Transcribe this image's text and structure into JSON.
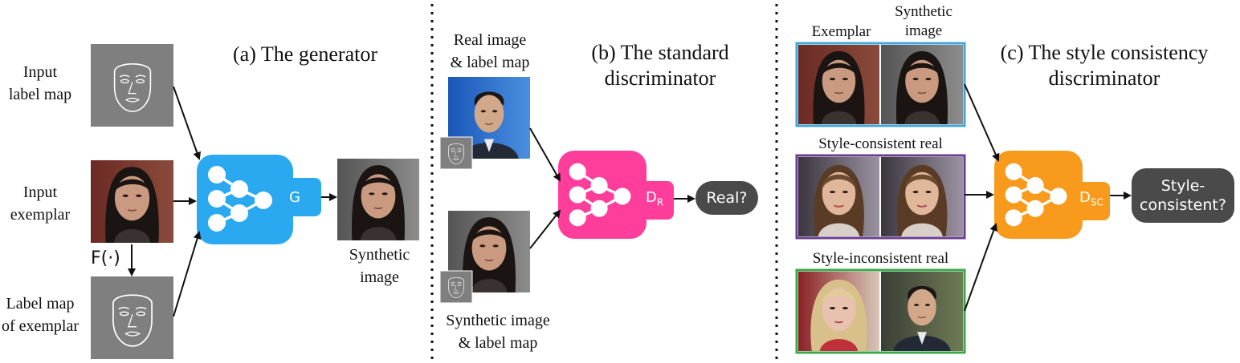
{
  "colors": {
    "generator": "#2aa9f0",
    "standard_discriminator": "#ff3d9a",
    "style_discriminator": "#f89a1c",
    "output_pill": "#4a4a4a",
    "label_map_bg": "#7f7f7f",
    "frame_exemplar": "#3fa6d8",
    "frame_consistent": "#6a3d8e",
    "frame_inconsistent": "#3aa84a"
  },
  "panel_a": {
    "title": "(a) The generator",
    "input_label_map": [
      "Input",
      "label map"
    ],
    "input_exemplar": [
      "Input",
      "exemplar"
    ],
    "label_map_of_exemplar": [
      "Label map",
      "of exemplar"
    ],
    "function_label": "F(·)",
    "network_tag": "G",
    "synthetic_image": [
      "Synthetic",
      "image"
    ]
  },
  "panel_b": {
    "title": [
      "(b) The standard",
      "discriminator"
    ],
    "real_pair": [
      "Real image",
      "& label map"
    ],
    "synthetic_pair": [
      "Synthetic image",
      "& label map"
    ],
    "network_tag": "D",
    "network_tag_sub": "R",
    "output": "Real?"
  },
  "panel_c": {
    "title": [
      "(c) The style consistency",
      "discriminator"
    ],
    "exemplar_header": "Exemplar",
    "synthetic_header": [
      "Synthetic",
      "image"
    ],
    "style_consistent_label": "Style-consistent real",
    "style_inconsistent_label": "Style-inconsistent real",
    "network_tag": "D",
    "network_tag_sub": "SC",
    "output": [
      "Style-",
      "consistent?"
    ]
  },
  "icons": [
    "face-outline-icon",
    "neural-network-icon",
    "portrait-photo"
  ]
}
